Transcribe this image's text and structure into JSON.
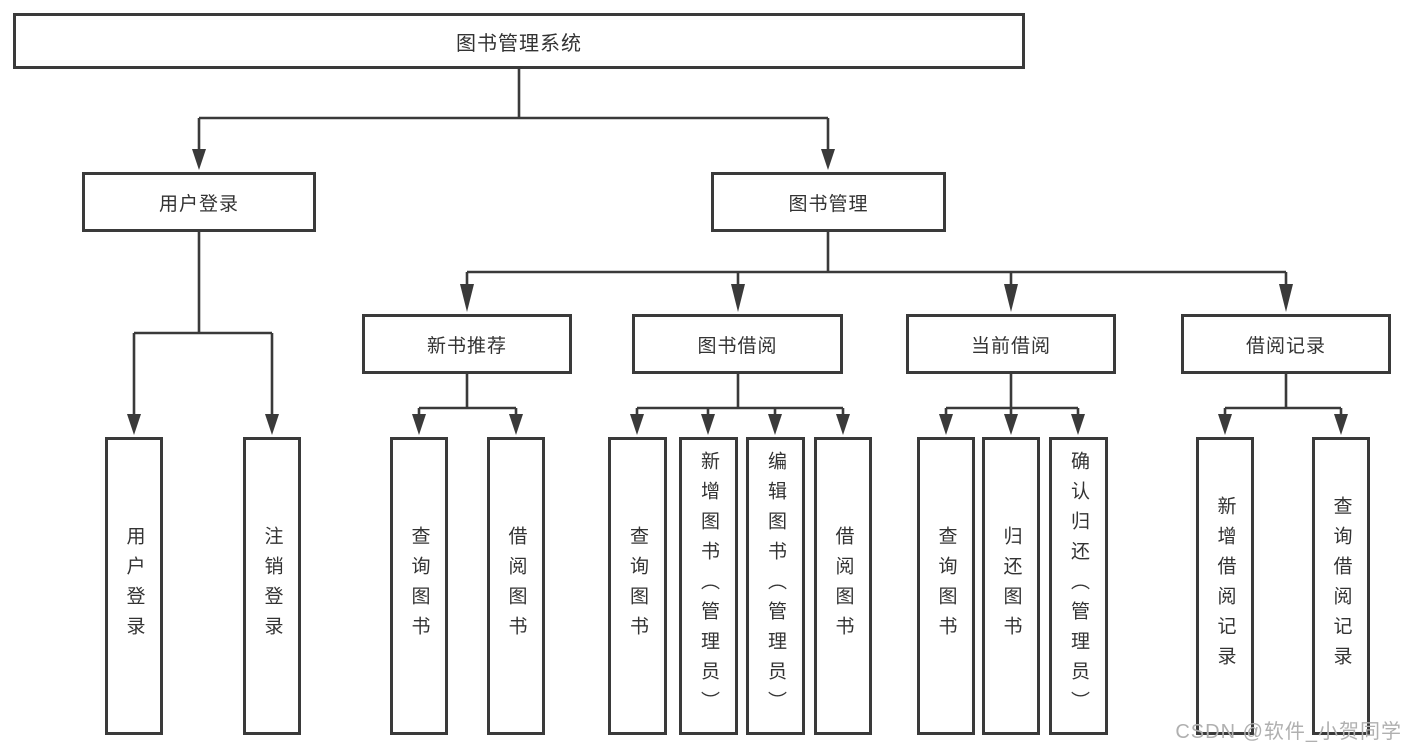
{
  "tree": {
    "root": {
      "label": "图书管理系统",
      "children": [
        {
          "label": "用户登录",
          "children": [
            {
              "label": "用户登录"
            },
            {
              "label": "注销登录"
            }
          ]
        },
        {
          "label": "图书管理",
          "children": [
            {
              "label": "新书推荐",
              "children": [
                {
                  "label": "查询图书"
                },
                {
                  "label": "借阅图书"
                }
              ]
            },
            {
              "label": "图书借阅",
              "children": [
                {
                  "label": "查询图书"
                },
                {
                  "label": "新增图书（管理员）"
                },
                {
                  "label": "编辑图书（管理员）"
                },
                {
                  "label": "借阅图书"
                }
              ]
            },
            {
              "label": "当前借阅",
              "children": [
                {
                  "label": "查询图书"
                },
                {
                  "label": "归还图书"
                },
                {
                  "label": "确认归还（管理员）"
                }
              ]
            },
            {
              "label": "借阅记录",
              "children": [
                {
                  "label": "新增借阅记录"
                },
                {
                  "label": "查询借阅记录"
                }
              ]
            }
          ]
        }
      ]
    }
  },
  "watermark": {
    "text": "CSDN @软件_小贺同学"
  },
  "colors": {
    "line": "#3a3a3a",
    "box_border": "#3a3a3a",
    "text": "#333333",
    "watermark": "#b0b0b0",
    "background": "#ffffff"
  }
}
